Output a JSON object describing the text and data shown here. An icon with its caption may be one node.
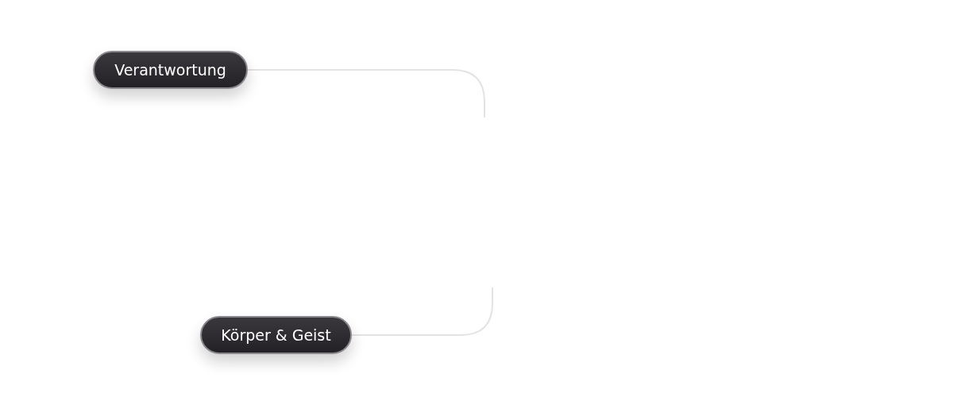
{
  "diagram": {
    "nodes": [
      {
        "text": [
          "Verantwortung"
        ]
      },
      {
        "text": [
          "Körper & Geist"
        ]
      }
    ],
    "edges": [
      {
        "from": 0,
        "to": null,
        "arrow": "none"
      },
      {
        "from": 1,
        "to": null,
        "arrow": "none"
      }
    ]
  }
}
